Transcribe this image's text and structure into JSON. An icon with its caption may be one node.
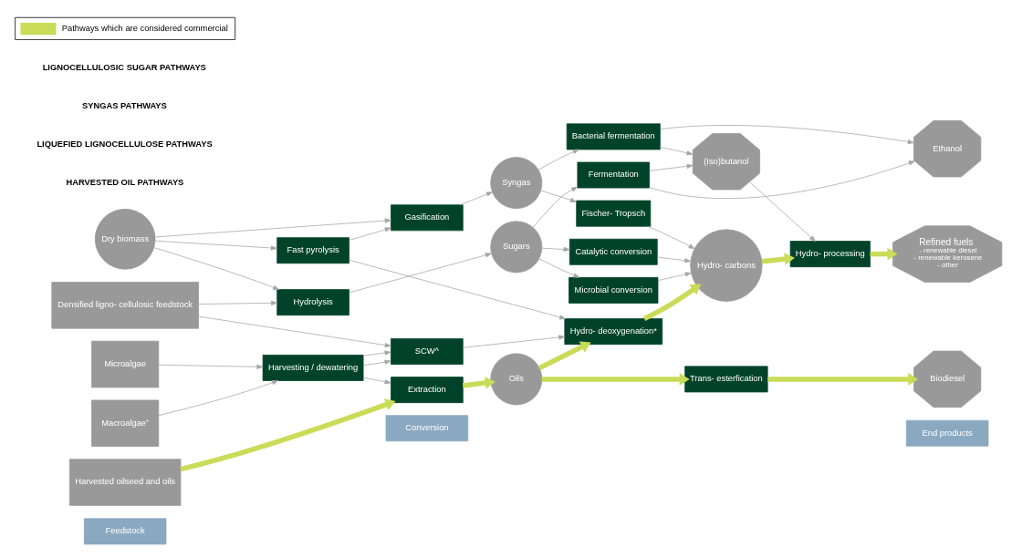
{
  "diagram": {
    "nodes": [
      {
        "text": [
          "Feedstock"
        ]
      },
      {
        "text": [
          "Conversion"
        ]
      },
      {
        "text": [
          "End products"
        ]
      },
      {
        "text": [
          "Harvested oilseed and oils"
        ]
      },
      {
        "text": [
          "Extraction"
        ]
      },
      {
        "text": [
          "Oils"
        ]
      },
      {
        "text": [
          "Trans- esterfication"
        ]
      },
      {
        "text": [
          "Biodiesel"
        ]
      },
      {
        "text": [
          "Microalgae"
        ]
      },
      {
        "text": [
          "Macroalgae⁺"
        ]
      },
      {
        "text": [
          "Harvesting / dewatering"
        ]
      },
      {
        "text": [
          "SCW^"
        ]
      },
      {
        "text": [
          "Fast pyrolysis"
        ]
      },
      {
        "text": [
          "Hydro- deoxygenation*"
        ]
      },
      {
        "text": [
          "Gasification"
        ]
      },
      {
        "text": [
          "Syngas"
        ]
      },
      {
        "text": [
          "Fischer- Tropsch"
        ]
      },
      {
        "text": [
          "Bacterial fermentation"
        ]
      },
      {
        "text": [
          "Hydro- carbons"
        ]
      },
      {
        "text": [
          "Hydro- processing"
        ]
      },
      {
        "text": [
          "Refined fuels",
          "- renewable diesel",
          "- renewable kerosene",
          "- other"
        ]
      },
      {
        "text": [
          "Dry biomass"
        ]
      },
      {
        "text": [
          "Microbial conversion"
        ]
      },
      {
        "text": [
          "Catalytic conversion"
        ]
      },
      {
        "text": [
          "(Iso)butanol"
        ]
      },
      {
        "text": [
          "Densified ligno- cellulosic feedstock"
        ]
      },
      {
        "text": [
          "Hydrolysis"
        ]
      },
      {
        "text": [
          "Sugars"
        ]
      },
      {
        "text": [
          "Fermentation"
        ]
      },
      {
        "text": [
          "Ethanol"
        ]
      }
    ],
    "edges": [
      {
        "from": 3,
        "to": 4,
        "arrow": "to",
        "style": "thick",
        "color": "#c9dc57"
      },
      {
        "from": 4,
        "to": 5,
        "arrow": "to",
        "style": "thick",
        "color": "#c9dc57"
      },
      {
        "from": 5,
        "to": 6,
        "arrow": "to",
        "style": "thick",
        "color": "#c9dc57"
      },
      {
        "from": 5,
        "to": 13,
        "arrow": "to",
        "style": "thick",
        "color": "#c9dc57"
      },
      {
        "from": 6,
        "to": 7,
        "arrow": "to",
        "style": "thick",
        "color": "#c9dc57"
      },
      {
        "from": 10,
        "to": 4,
        "arrow": "to"
      },
      {
        "from": 8,
        "to": 10,
        "arrow": "to"
      },
      {
        "from": 9,
        "to": 10,
        "arrow": "to"
      },
      {
        "from": 10,
        "to": 11,
        "arrow": "to"
      },
      {
        "from": 10,
        "to": 11,
        "arrow": "to"
      },
      {
        "from": 11,
        "to": 13,
        "arrow": "to"
      },
      {
        "from": 12,
        "to": 13,
        "arrow": "to"
      },
      {
        "from": 12,
        "to": 14,
        "arrow": "to"
      },
      {
        "from": 21,
        "to": 12,
        "arrow": "to"
      },
      {
        "from": 21,
        "to": 14,
        "arrow": "to"
      },
      {
        "from": 25,
        "to": 11,
        "arrow": "to"
      },
      {
        "from": 25,
        "to": 26,
        "arrow": "to"
      },
      {
        "from": 21,
        "to": 26,
        "arrow": "to"
      },
      {
        "from": 14,
        "to": 15,
        "arrow": "to"
      },
      {
        "from": 15,
        "to": 16,
        "arrow": "to"
      },
      {
        "from": 15,
        "to": 17,
        "arrow": "to"
      },
      {
        "from": 26,
        "to": 27,
        "arrow": "to"
      },
      {
        "from": 27,
        "to": 22,
        "arrow": "to"
      },
      {
        "from": 27,
        "to": 23,
        "arrow": "to"
      },
      {
        "from": 27,
        "to": 28,
        "arrow": "to"
      },
      {
        "from": 13,
        "to": 18,
        "arrow": "to",
        "style": "thick",
        "color": "#c9dc57"
      },
      {
        "from": 16,
        "to": 18,
        "arrow": "to"
      },
      {
        "from": 22,
        "to": 18,
        "arrow": "to"
      },
      {
        "from": 23,
        "to": 18,
        "arrow": "to"
      },
      {
        "from": 18,
        "to": 19,
        "arrow": "to",
        "style": "thick",
        "color": "#c9dc57"
      },
      {
        "from": 19,
        "to": 20,
        "arrow": "to",
        "style": "thick",
        "color": "#c9dc57"
      },
      {
        "from": 17,
        "to": 29,
        "arrow": "to"
      },
      {
        "from": 28,
        "to": 29,
        "arrow": "to"
      },
      {
        "from": 17,
        "to": 24,
        "arrow": "to"
      },
      {
        "from": 28,
        "to": 24,
        "arrow": "to"
      },
      {
        "from": 24,
        "to": 19,
        "arrow": "to"
      }
    ],
    "labels": [
      "HARVESTED OIL PATHWAYS",
      "LIQUEFIED LIGNOCELLULOSE PATHWAYS",
      "SYNGAS PATHWAYS",
      "LIGNOCELLULOSIC SUGAR PATHWAYS"
    ],
    "legend": [
      {
        "text": "Pathways which are considered commercial",
        "color": "#c9dc57"
      }
    ]
  }
}
